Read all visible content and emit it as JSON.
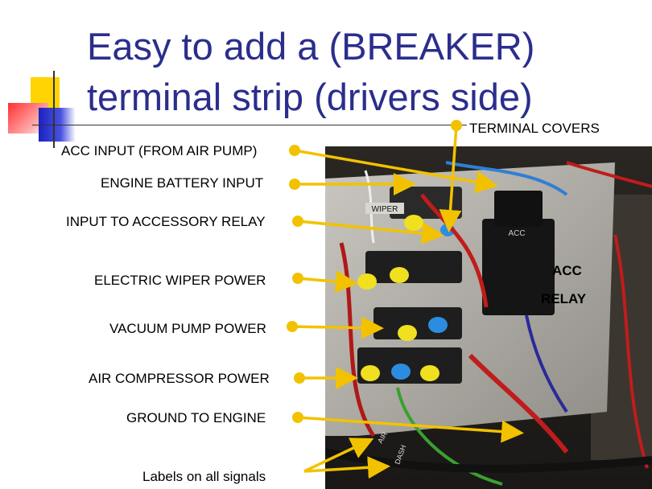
{
  "title": {
    "line1": "Easy to add a (BREAKER)",
    "line2": "terminal strip (drivers side)"
  },
  "labels": {
    "terminal_covers": "TERMINAL COVERS",
    "acc_input": "ACC INPUT (FROM AIR PUMP)",
    "engine_battery_input": "ENGINE BATTERY INPUT",
    "input_to_accessory_relay": "INPUT TO ACCESSORY RELAY",
    "electric_wiper_power": "ELECTRIC WIPER POWER",
    "vacuum_pump_power": "VACUUM PUMP POWER",
    "air_compressor_power": "AIR COMPRESSOR POWER",
    "ground_to_engine": "GROUND TO ENGINE",
    "labels_on_all_signals": "Labels on all signals"
  },
  "photo": {
    "relay_case_label": "ACC",
    "relay_label_line1": "ACC",
    "relay_label_line2": "RELAY",
    "wiper_tag": "WIPER",
    "dash_tag": "DASH",
    "air_tag": "AIR"
  },
  "colors": {
    "title": "#2b2e8c",
    "arrow": "#f2c200",
    "deco_yellow": "#ffd400",
    "deco_blue": "#2d33c4",
    "deco_red": "#ff3b3b"
  }
}
